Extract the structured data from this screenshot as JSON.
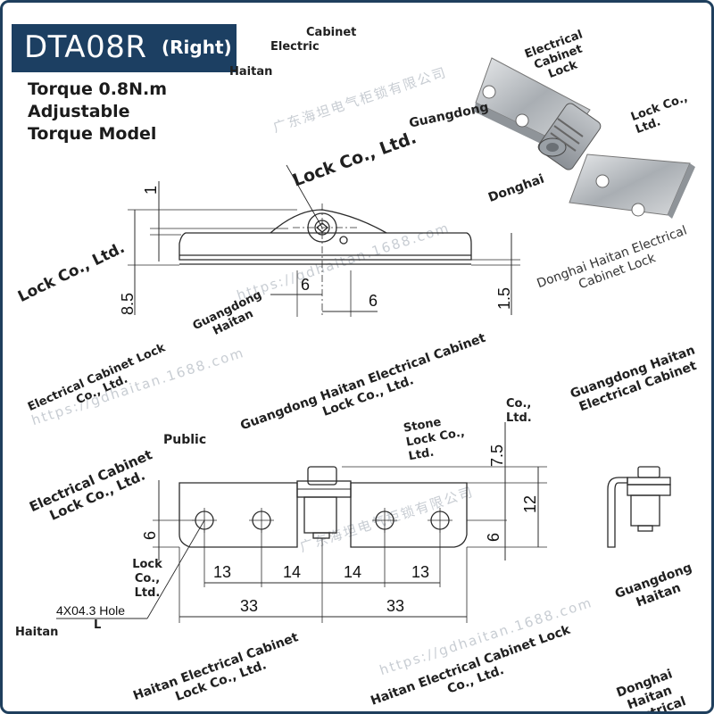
{
  "title": {
    "model": "DTA08R",
    "side": "(Right)"
  },
  "specs": [
    "Torque 0.8N.m",
    "Adjustable",
    "Torque Model"
  ],
  "dimensions": {
    "top_view": [
      "1",
      "8.5",
      "6",
      "6",
      "1.5"
    ],
    "front_view": [
      "7.5",
      "12",
      "6",
      "6",
      "13",
      "14",
      "14",
      "13",
      "33",
      "33"
    ],
    "hole_note": "4X04.3 Hole"
  },
  "watermarks": [
    "Cabinet",
    "Electric",
    "Haitan",
    "Electrical Cabinet Lock",
    "Lock Co., Ltd.",
    "Guangdong",
    "Lock Co., Ltd.",
    "Lock Co., Ltd.",
    "Donghai",
    "Donghai Haitan Electrical Cabinet Lock",
    "Guangdong Haitan",
    "Electrical Cabinet Lock Co., Ltd.",
    "Guangdong Haitan Electrical Cabinet Lock Co., Ltd.",
    "Guangdong Haitan Electrical Cabinet",
    "Co., Ltd.",
    "Public",
    "Stone Lock Co., Ltd.",
    "Electrical Cabinet Lock Co., Ltd.",
    "Lock Co., Ltd.",
    "L",
    "Haitan",
    "Guangdong Haitan",
    "Haitan Electrical Cabinet Lock Co., Ltd.",
    "Haitan Electrical Cabinet Lock Co., Ltd.",
    "Donghai Haitan Electrical"
  ],
  "background_text": [
    "广东海坦电气柜锁有限公司",
    "https://gdhaitan.1688.com"
  ],
  "colors": {
    "title_bg": "#1c3f62",
    "border": "#1f3f5d",
    "line": "#2b2b2b"
  }
}
